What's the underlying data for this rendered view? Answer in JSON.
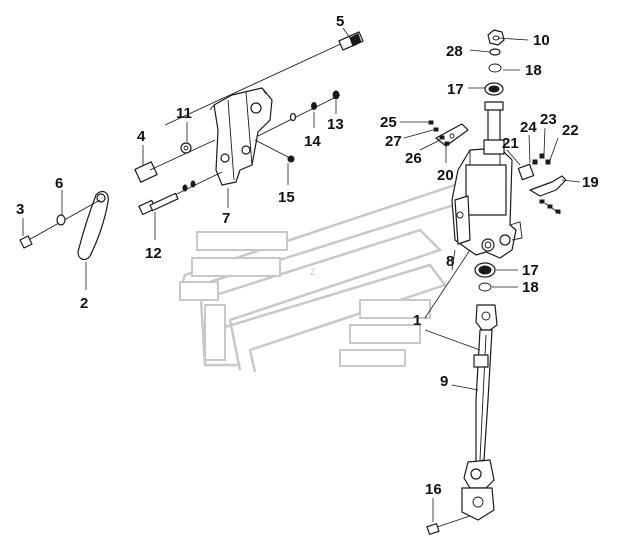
{
  "callouts": {
    "c1": "1",
    "c2": "2",
    "c3": "3",
    "c4": "4",
    "c5": "5",
    "c6": "6",
    "c7": "7",
    "c8": "8",
    "c9": "9",
    "c10": "10",
    "c11": "11",
    "c12": "12",
    "c13": "13",
    "c14": "14",
    "c15": "15",
    "c16": "16",
    "c17a": "17",
    "c17b": "17",
    "c18a": "18",
    "c18b": "18",
    "c19": "19",
    "c20": "20",
    "c21": "21",
    "c22": "22",
    "c23": "23",
    "c24": "24",
    "c25": "25",
    "c26": "26",
    "c27": "27",
    "c28": "28"
  },
  "colors": {
    "line": "#1a1a1a",
    "watermark": "#c8c8c8",
    "background": "#ffffff"
  }
}
